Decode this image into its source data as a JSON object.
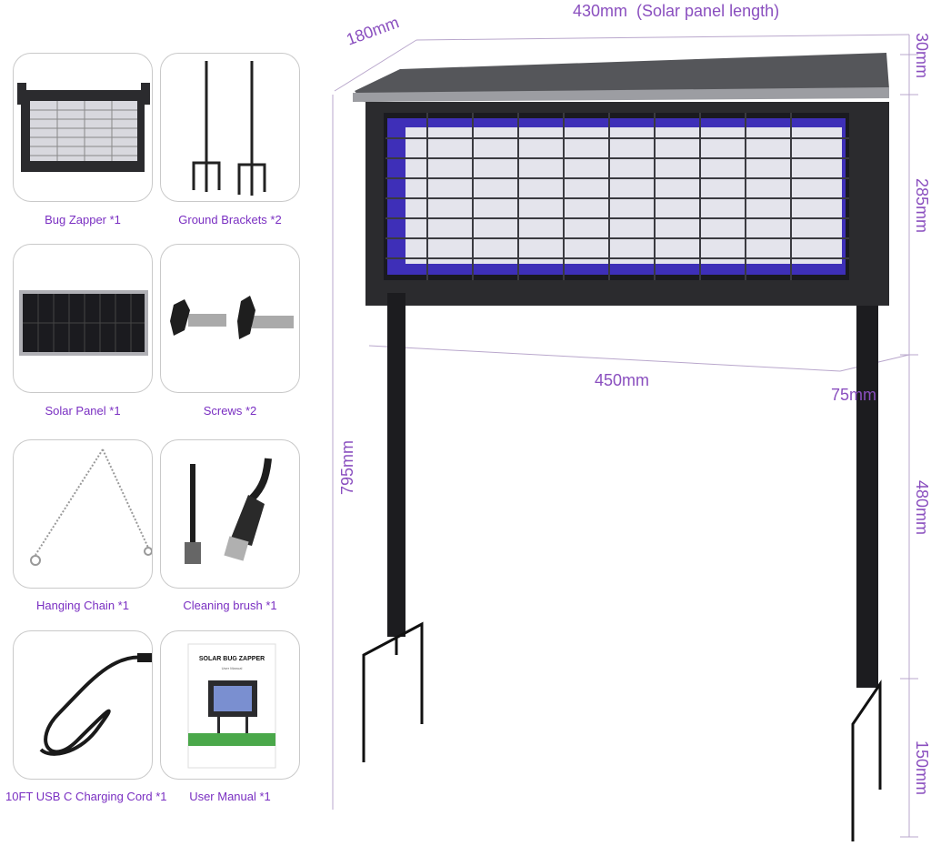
{
  "accessories": [
    {
      "name": "bug-zapper",
      "label": "Bug Zapper *1"
    },
    {
      "name": "ground-brackets",
      "label": "Ground Brackets *2"
    },
    {
      "name": "solar-panel",
      "label": "Solar Panel *1"
    },
    {
      "name": "screws",
      "label": "Screws *2"
    },
    {
      "name": "hanging-chain",
      "label": "Hanging Chain *1"
    },
    {
      "name": "cleaning-brush",
      "label": "Cleaning brush *1"
    },
    {
      "name": "charging-cord",
      "label": "10FT USB C Charging Cord *1"
    },
    {
      "name": "user-manual",
      "label": "User Manual *1"
    }
  ],
  "manual": {
    "title": "SOLAR BUG ZAPPER",
    "subtitle": "User Manual"
  },
  "dimensions": {
    "solar_length": "430mm  (Solar panel length)",
    "depth": "180mm",
    "width": "450mm",
    "height_total": "795mm",
    "top": "30mm",
    "body": "285mm",
    "pole_width": "75mm",
    "pole_mid": "480mm",
    "stake": "150mm"
  },
  "colors": {
    "accent": "#8a4fbf",
    "label": "#7a2fc2",
    "product": "#2b2b2e",
    "uv": "#5a3fd6"
  }
}
